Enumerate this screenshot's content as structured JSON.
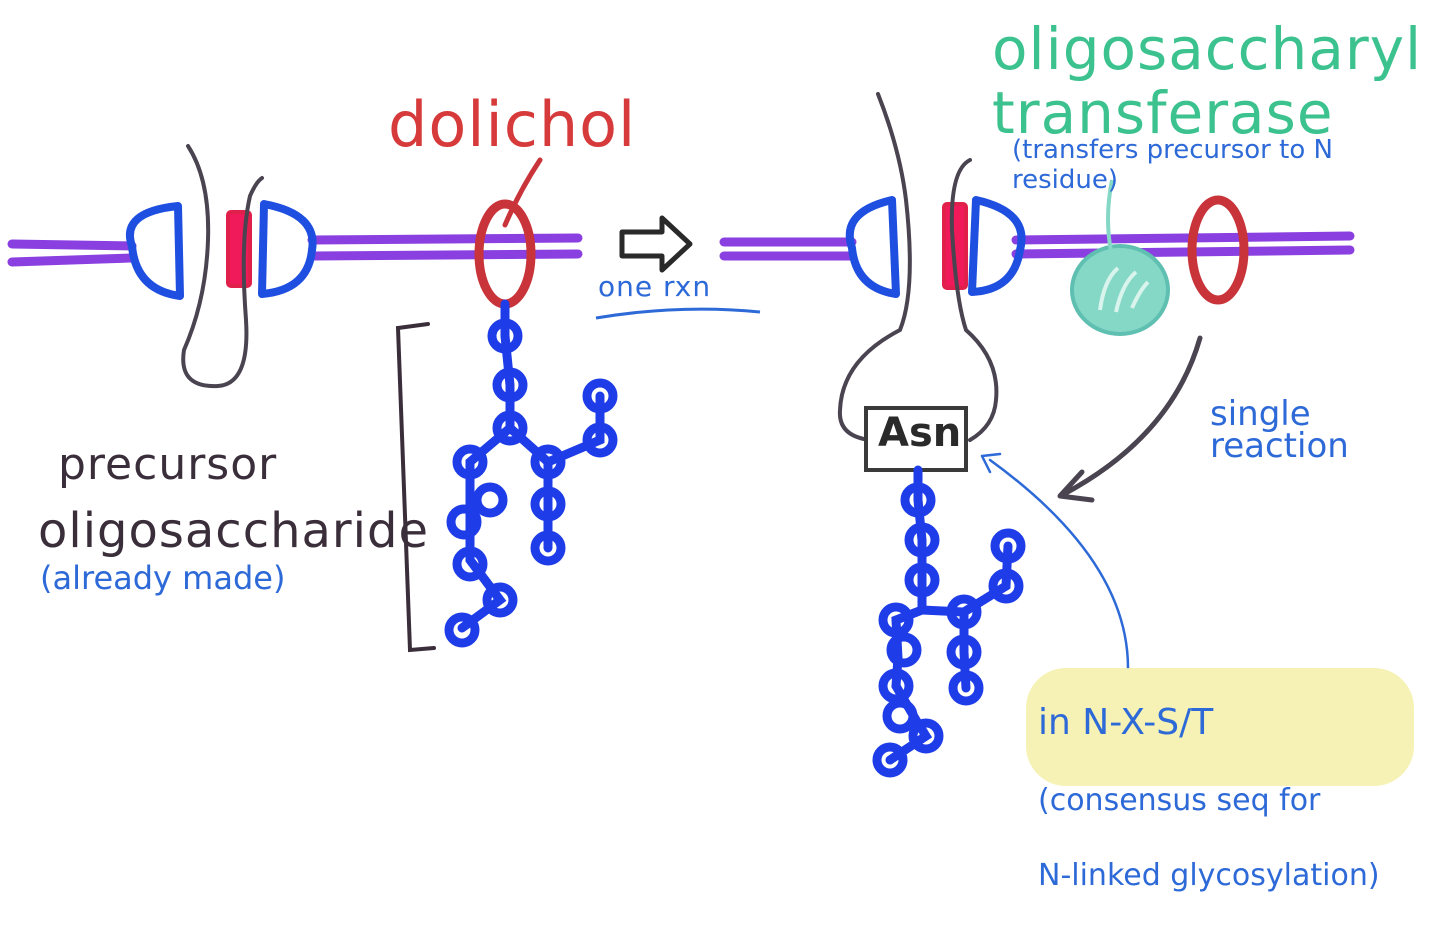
{
  "colors": {
    "membrane": "#8a3fe0",
    "translocon": "#1f4fe0",
    "dolichol": "#c8343a",
    "sugar": "#1e3ce8",
    "ost": "#86d8c6",
    "label_blue": "#2d6ad8",
    "label_green": "#3cc28e",
    "label_dark": "#3a2e3a",
    "highlight": "#f5f0a8"
  },
  "labels": {
    "dolichol": "dolichol",
    "ost_title": "oligosaccharyl\ntransferase",
    "ost_note": "(transfers precursor to N\nresidue)",
    "one_rxn": "one rxn",
    "precursor_line1": "precursor",
    "precursor_line2": "oligosaccharide",
    "already_made": "(already made)",
    "single_reaction": "single\nreaction",
    "asn": "Asn",
    "consensus_line1": "in N-X-S/T",
    "consensus_line2": "(consensus seq for",
    "consensus_line3": "N-linked glycosylation)"
  },
  "icons": {
    "reaction_arrow": "hollow-right-arrow-icon",
    "curved_arrow": "curved-arrow-icon"
  }
}
